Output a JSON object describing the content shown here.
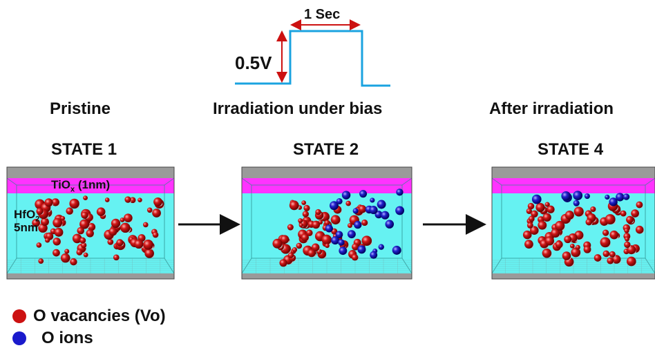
{
  "pulse": {
    "duration_label": "1 Sec",
    "voltage_label": "0.5V",
    "line_color": "#1aa3e0",
    "arrow_color": "#cc1111"
  },
  "panels": [
    {
      "heading": "Pristine",
      "state": "STATE 1",
      "tiox_label_main": "TiO",
      "tiox_label_sub": "x",
      "tiox_label_tail": " (1nm)",
      "hfo2_label_main": "HfO",
      "hfo2_label_sub": "2",
      "hfo2_thickness": "5nm"
    },
    {
      "heading": "Irradiation under bias",
      "state": "STATE 2"
    },
    {
      "heading": "After irradiation",
      "state": "STATE 4"
    }
  ],
  "colors": {
    "top_electrode": "#9a9a9a",
    "tiox_layer": "#ff33ff",
    "hfo2_layer": "#66f2f2",
    "vacancy": "#cc1111",
    "ion": "#1a1acc",
    "arrow": "#111111"
  },
  "legend": {
    "vacancy_label": "O vacancies (Vo)",
    "ion_label": "O ions"
  }
}
